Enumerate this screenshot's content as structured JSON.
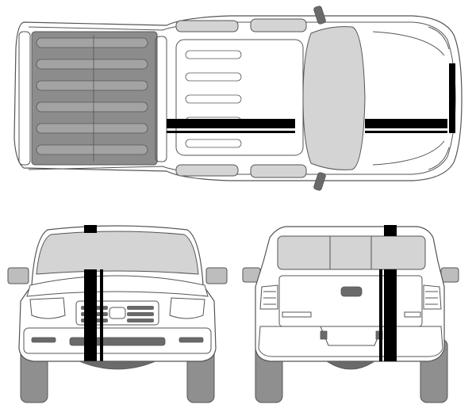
{
  "figure": {
    "views": [
      {
        "id": "top",
        "name": "top-view"
      },
      {
        "id": "front",
        "name": "front-view"
      },
      {
        "id": "rear",
        "name": "rear-view"
      }
    ],
    "colors": {
      "background": "#ffffff",
      "outline": "#555555",
      "body": "#ffffff",
      "glass": "#d4d4d4",
      "glass_dark": "#bdbdbd",
      "bed": "#8c8c8c",
      "bed_slats": "#a3a3a3",
      "tire": "#8f8f8f",
      "stripe": "#000000",
      "trim": "#6a6a6a"
    },
    "decal": {
      "type": "dual racing stripes",
      "color": "black"
    }
  }
}
